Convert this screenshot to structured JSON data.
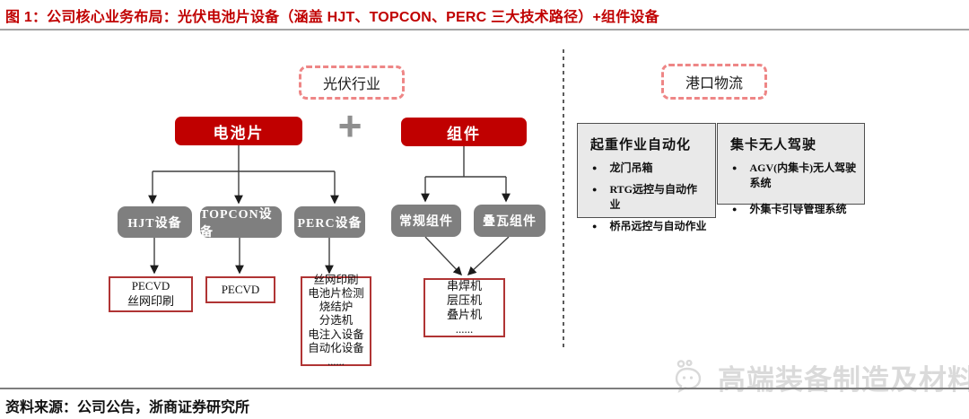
{
  "title": "图 1：公司核心业务布局：光伏电池片设备（涵盖 HJT、TOPCON、PERC 三大技术路径）+组件设备",
  "source_line": "资料来源：公司公告，浙商证券研究所",
  "watermark": {
    "label": "高端装备制造及材料",
    "icon": "chat-bubbles-icon"
  },
  "colors": {
    "title_red": "#c00000",
    "node_red": "#c00000",
    "node_gray": "#7f7f7f",
    "dashed_pink": "#ee8686",
    "equipment_border_red": "#b03434",
    "group_fill_gray": "#e9e9e9"
  },
  "pv": {
    "header": "光伏行业",
    "plus": "+",
    "cell_label": "电池片",
    "module_label": "组件",
    "routes": [
      {
        "label": "HJT设备",
        "items": [
          "PECVD",
          "丝网印刷"
        ]
      },
      {
        "label": "TOPCON设备",
        "items": [
          "PECVD"
        ]
      },
      {
        "label": "PERC设备",
        "items": [
          "丝网印刷",
          "电池片检测",
          "烧结炉",
          "分选机",
          "电注入设备",
          "自动化设备",
          "......"
        ]
      }
    ],
    "module_types": [
      {
        "label": "常规组件"
      },
      {
        "label": "叠瓦组件"
      }
    ],
    "module_equipment": [
      "串焊机",
      "层压机",
      "叠片机",
      "......"
    ]
  },
  "port": {
    "header": "港口物流",
    "groups": [
      {
        "title": "起重作业自动化",
        "items": [
          "龙门吊箱",
          "RTG远控与自动作业",
          "桥吊远控与自动作业"
        ]
      },
      {
        "title": "集卡无人驾驶",
        "items": [
          "AGV(内集卡)无人驾驶系统",
          "外集卡引导管理系统"
        ]
      }
    ]
  }
}
